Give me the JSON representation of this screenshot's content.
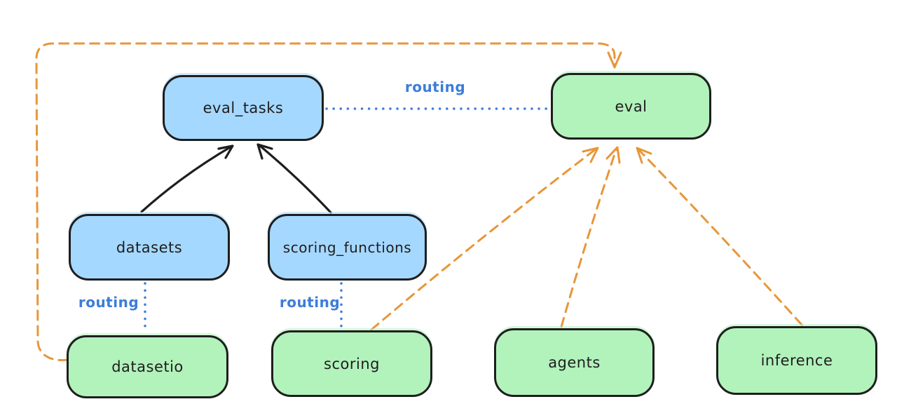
{
  "nodes": {
    "eval_tasks": {
      "label": "eval_tasks",
      "fill": "blue"
    },
    "datasets": {
      "label": "datasets",
      "fill": "blue"
    },
    "scoring_functions": {
      "label": "scoring_functions",
      "fill": "blue"
    },
    "eval": {
      "label": "eval",
      "fill": "green"
    },
    "datasetio": {
      "label": "datasetio",
      "fill": "green"
    },
    "scoring": {
      "label": "scoring",
      "fill": "green"
    },
    "agents": {
      "label": "agents",
      "fill": "green"
    },
    "inference": {
      "label": "inference",
      "fill": "green"
    }
  },
  "labels": {
    "routing": "routing"
  },
  "edges": [
    {
      "from": "datasets",
      "to": "eval_tasks",
      "style": "solid-black-arrow"
    },
    {
      "from": "scoring_functions",
      "to": "eval_tasks",
      "style": "solid-black-arrow"
    },
    {
      "from": "eval_tasks",
      "to": "eval",
      "style": "dotted-blue",
      "label": "routing"
    },
    {
      "from": "datasets",
      "to": "datasetio",
      "style": "dotted-blue",
      "label": "routing"
    },
    {
      "from": "scoring_functions",
      "to": "scoring",
      "style": "dotted-blue",
      "label": "routing"
    },
    {
      "from": "datasetio",
      "to": "eval",
      "style": "dashed-orange-arrow"
    },
    {
      "from": "scoring",
      "to": "eval",
      "style": "dashed-orange-arrow"
    },
    {
      "from": "agents",
      "to": "eval",
      "style": "dashed-orange-arrow"
    },
    {
      "from": "inference",
      "to": "eval",
      "style": "dashed-orange-arrow"
    }
  ],
  "colors": {
    "blue_node_fill": "#a5d8ff",
    "green_node_fill": "#b2f2bb",
    "node_stroke": "#1e1e1e",
    "black_arrow": "#1e1e1e",
    "routing_blue": "#3d7dd8",
    "orange_dashed": "#e8963a",
    "background": "#ffffff"
  }
}
